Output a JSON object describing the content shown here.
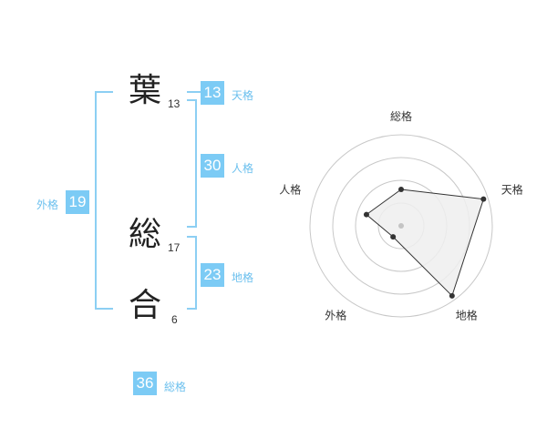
{
  "name": {
    "characters": [
      {
        "char": "葉",
        "strokes": "13"
      },
      {
        "char": "総",
        "strokes": "17"
      },
      {
        "char": "合",
        "strokes": "6"
      }
    ]
  },
  "fortunes": {
    "tenkaku": {
      "value": "13",
      "label": "天格"
    },
    "jinkaku": {
      "value": "30",
      "label": "人格"
    },
    "chikaku": {
      "value": "23",
      "label": "地格"
    },
    "gaikaku": {
      "value": "19",
      "label": "外格"
    },
    "soukaku": {
      "value": "36",
      "label": "総格"
    }
  },
  "chart_data": {
    "type": "radar",
    "axes": [
      "総格",
      "天格",
      "地格",
      "外格",
      "人格"
    ],
    "values": [
      0.4,
      0.95,
      0.95,
      0.15,
      0.4
    ],
    "max": 1,
    "rings": 4,
    "fill_color": "#eeeeee",
    "stroke_color": "#333333"
  }
}
